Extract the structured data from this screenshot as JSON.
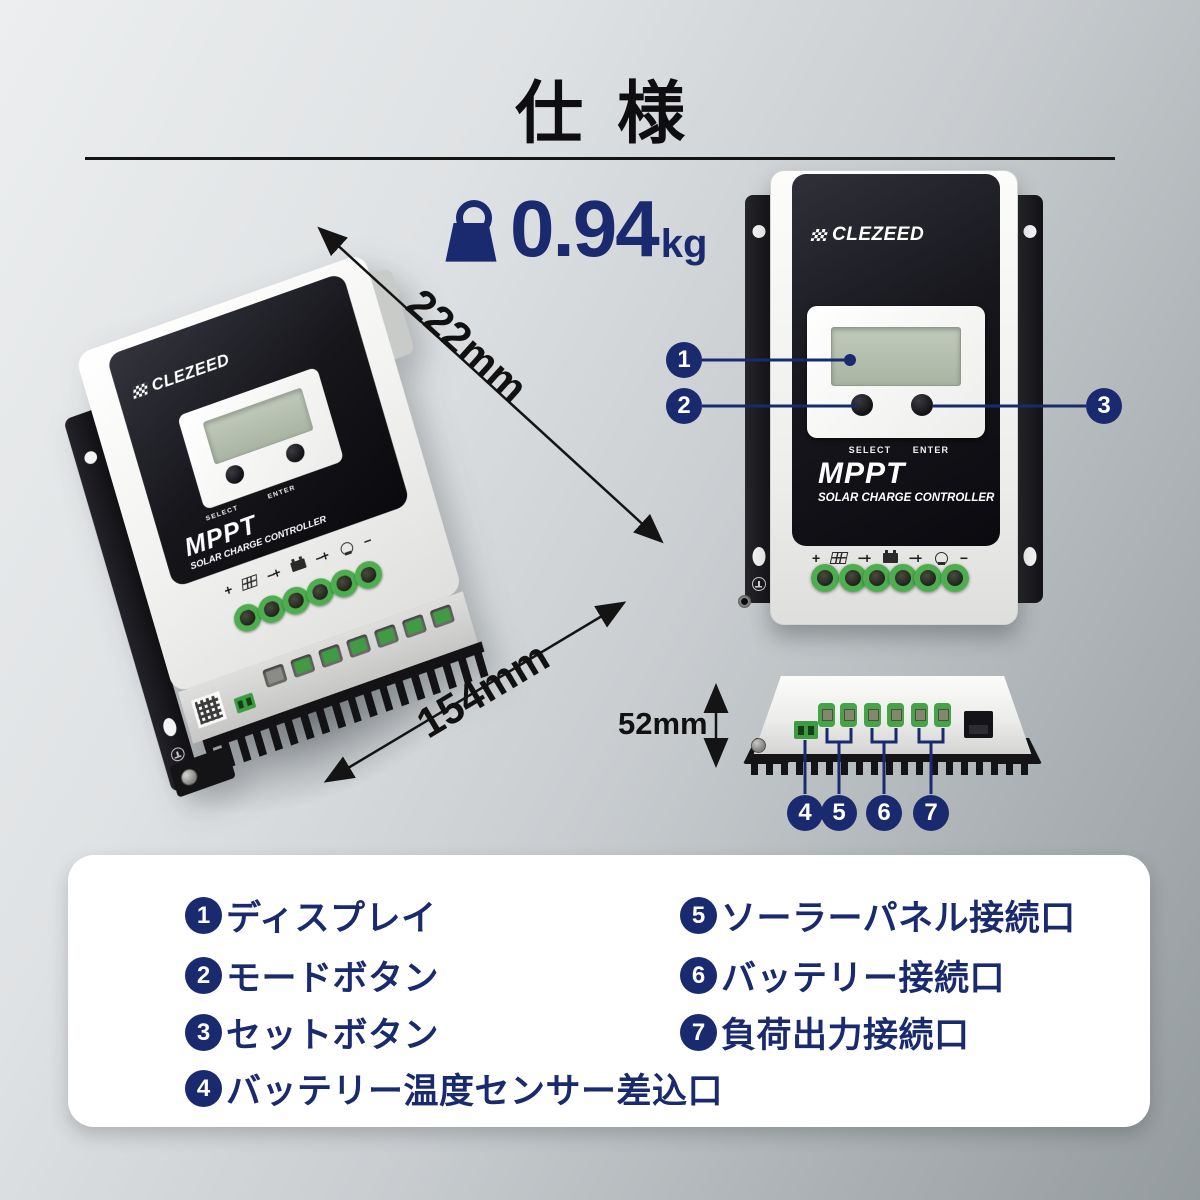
{
  "title": "仕様",
  "weight": {
    "value": "0.94",
    "unit": "kg"
  },
  "dimensions": {
    "length": "222mm",
    "width": "154mm",
    "height": "52mm"
  },
  "device": {
    "brand": "CLEZEED",
    "product_line1": "MPPT",
    "product_line2": "SOLAR CHARGE CONTROLLER",
    "button_select": "SELECT",
    "button_enter": "ENTER",
    "terminal_plus": "+",
    "terminal_minus": "−"
  },
  "legend_left": [
    {
      "num": "1",
      "label": "ディスプレイ"
    },
    {
      "num": "2",
      "label": "モードボタン"
    },
    {
      "num": "3",
      "label": "セットボタン"
    },
    {
      "num": "4",
      "label": "バッテリー温度センサー差込口"
    }
  ],
  "legend_right": [
    {
      "num": "5",
      "label": "ソーラーパネル接続口"
    },
    {
      "num": "6",
      "label": "バッテリー接続口"
    },
    {
      "num": "7",
      "label": "負荷出力接続口"
    }
  ],
  "icons": {
    "weight": "weight-icon",
    "solar": "solar-panel-icon",
    "battery": "battery-icon",
    "load": "lamp-icon",
    "brand_flag": "checkered-flag-icon",
    "ground": "ground-icon"
  },
  "colors": {
    "accent_navy": "#1a2a6e",
    "terminal_green": "#4cae4e",
    "line_black": "#141414",
    "panel_white": "#ffffff"
  }
}
